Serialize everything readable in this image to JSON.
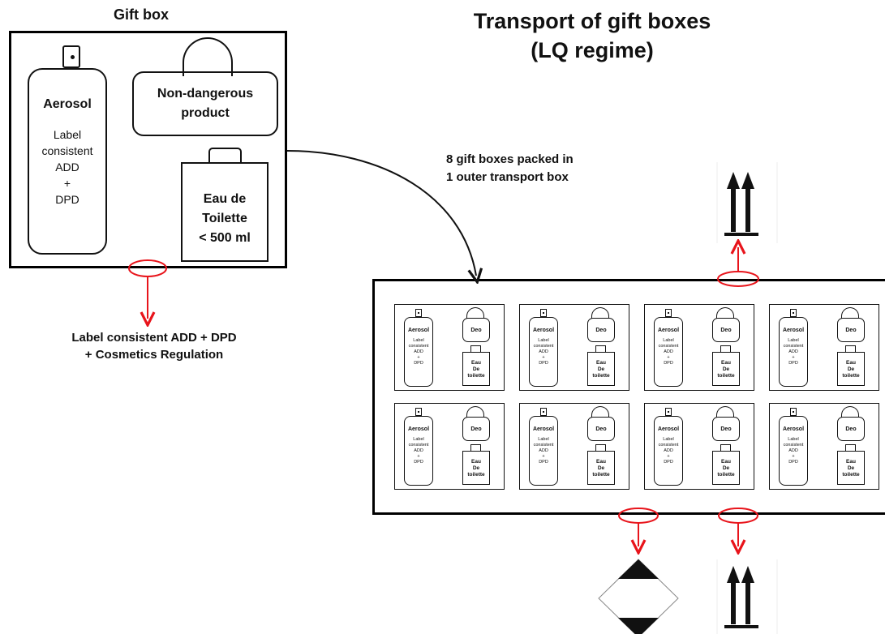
{
  "title": {
    "line1": "Transport of gift boxes",
    "line2": "(LQ regime)"
  },
  "gift_box": {
    "heading": "Gift box",
    "aerosol": {
      "name": "Aerosol",
      "label_lines": "Label\nconsistent\nADD\n+\nDPD"
    },
    "non_dangerous": "Non-dangerous\nproduct",
    "eau_de_toilette": "Eau de\nToilette\n< 500 ml"
  },
  "packing_caption": {
    "line1": "8 gift boxes packed in",
    "line2": "1 outer transport box"
  },
  "label_caption": {
    "line1": "Label consistent ADD + DPD",
    "line2": "+ Cosmetics Regulation"
  },
  "mini_box": {
    "aerosol_name": "Aerosol",
    "aerosol_label": "Label\nconsistent\nADD\n+\nDPD",
    "deo": "Deo",
    "eau": "Eau\nDe\ntoilette"
  },
  "mini_box_count": 8,
  "colors": {
    "highlight_ellipse": "#e8141b",
    "outline": "#111111"
  },
  "icons": [
    "orientation-arrows-icon",
    "limited-quantity-diamond-icon"
  ]
}
